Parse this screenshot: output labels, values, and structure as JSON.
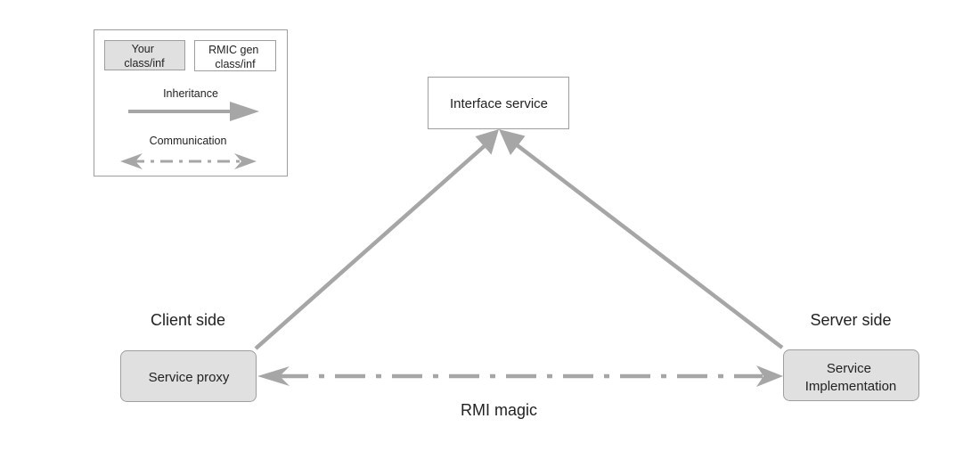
{
  "legend": {
    "your_class": [
      "Your",
      "class/inf"
    ],
    "rmic_class": [
      "RMIC gen",
      "class/inf"
    ],
    "inheritance_label": "Inheritance",
    "communication_label": "Communication"
  },
  "nodes": {
    "interface_service": [
      "Interface service"
    ],
    "service_proxy": [
      "Service proxy"
    ],
    "service_implementation": [
      "Service",
      "Implementation"
    ]
  },
  "labels": {
    "client_side": "Client side",
    "server_side": "Server side",
    "rmi_magic": "RMI magic"
  },
  "colors": {
    "arrow": "#a6a6a6",
    "user_box_fill": "#e0e0e0",
    "generated_box_fill": "#ffffff",
    "border": "#9e9e9e"
  }
}
